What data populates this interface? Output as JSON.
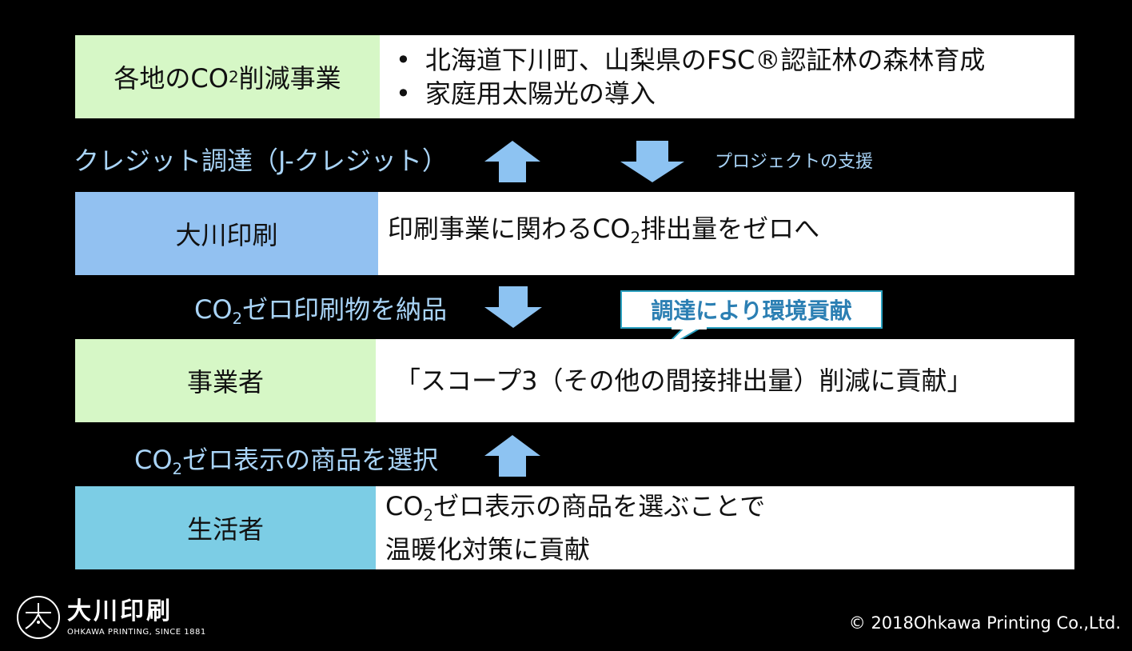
{
  "row1": {
    "label_pre": "各地のCO",
    "label_sub": "2",
    "label_post": "削減事業",
    "items": [
      "北海道下川町、山梨県のFSC®認証林の森林育成",
      "家庭用太陽光の導入"
    ]
  },
  "flow1": {
    "left_text": "クレジット調達（J-クレジット）",
    "right_text": "プロジェクトの支援"
  },
  "row2": {
    "label": "大川印刷",
    "desc_pre": "印刷事業に関わるCO",
    "desc_sub": "2",
    "desc_post": "排出量をゼロへ"
  },
  "flow2": {
    "text_pre": "CO",
    "text_sub": "2",
    "text_post": "ゼロ印刷物を納品",
    "callout": "調達により環境貢献"
  },
  "row3": {
    "label": "事業者",
    "desc": "「スコープ3（その他の間接排出量）削減に貢献」"
  },
  "flow3": {
    "text_pre": "CO",
    "text_sub": "2",
    "text_post": "ゼロ表示の商品を選択"
  },
  "row4": {
    "label": "生活者",
    "desc1_pre": "CO",
    "desc1_sub": "2",
    "desc1_post": "ゼロ表示の商品を選ぶことで",
    "desc2": "温暖化対策に貢献"
  },
  "logo": {
    "name": "大川印刷",
    "tagline": "OHKAWA PRINTING, SINCE 1881"
  },
  "copyright": "© 2018Ohkawa Printing Co.,Ltd.",
  "colors": {
    "green_box": "#d6f7c6",
    "blue_box": "#92c1f1",
    "cyan_box": "#7ccde5",
    "arrow": "#8dc3f2",
    "flow_text": "#a9d4f7"
  }
}
